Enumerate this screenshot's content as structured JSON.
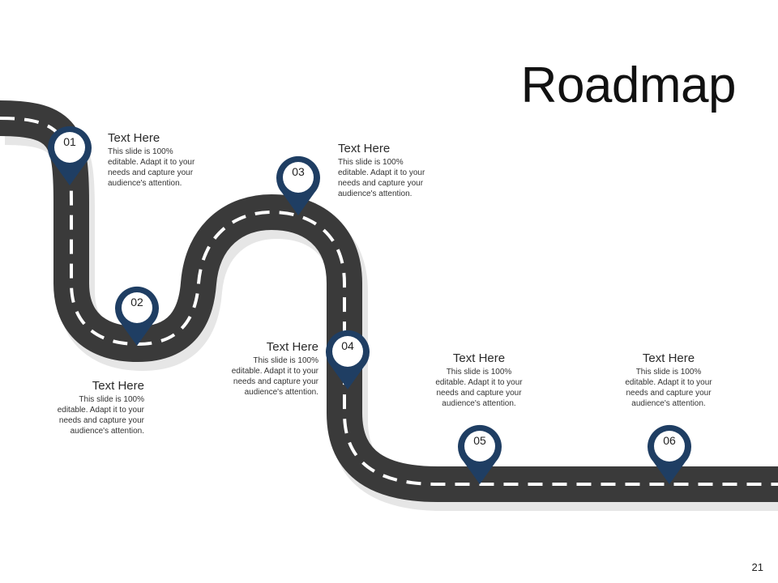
{
  "slide": {
    "title": "Roadmap",
    "page_number": "21"
  },
  "colors": {
    "road": "#3a3a3a",
    "road_shadow": "#e6e6e6",
    "dash": "#ffffff",
    "marker": "#1f3e63"
  },
  "steps": [
    {
      "number": "01",
      "heading": "Text Here",
      "body": "This slide is 100% editable. Adapt it to your needs and capture your audience's attention."
    },
    {
      "number": "02",
      "heading": "Text Here",
      "body": "This slide is 100% editable. Adapt it to your needs and capture your audience's attention."
    },
    {
      "number": "03",
      "heading": "Text Here",
      "body": "This slide is 100% editable. Adapt it to your needs and capture your audience's attention."
    },
    {
      "number": "04",
      "heading": "Text Here",
      "body": "This slide is 100% editable. Adapt it to your needs and capture your audience's attention."
    },
    {
      "number": "05",
      "heading": "Text Here",
      "body": "This slide is 100% editable. Adapt it to your needs and capture your audience's attention."
    },
    {
      "number": "06",
      "heading": "Text Here",
      "body": "This slide is 100% editable. Adapt it to your needs and capture your audience's attention."
    }
  ]
}
